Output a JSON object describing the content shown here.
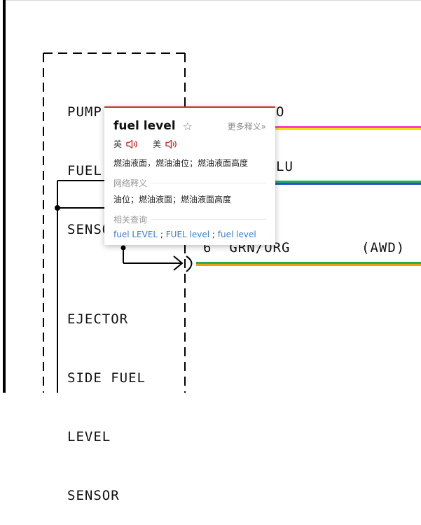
{
  "diagram": {
    "pump_sensor_label": [
      "PUMP SIDE",
      "FUEL LEVEL",
      "SENSOR"
    ],
    "ejector_sensor_label": [
      "EJECTOR",
      "SIDE FUEL",
      "LEVEL",
      "SENSOR"
    ],
    "wire_1_label_partial": "O",
    "wire_2_label_partial": "LU",
    "wire_3_label": "6  GRN/ORG",
    "wire_3_note": "(AWD)",
    "colors": {
      "wire_1": [
        "#ff3fc8",
        "#f4e400"
      ],
      "wire_2": [
        "#22b24c",
        "#2a4fd6"
      ],
      "wire_3": [
        "#22b24c",
        "#f59a12"
      ]
    }
  },
  "popup": {
    "word": "fuel level",
    "star_icon": "star-outline-icon",
    "more_link": "更多释义»",
    "pron_uk": "英",
    "pron_us": "美",
    "speaker_icon": "speaker-icon",
    "definition": "燃油液面，燃油油位；燃油液面高度",
    "web_section_title": "网络释义",
    "web_definition": "油位；燃油液面；燃油液面高度",
    "related_section_title": "相关查询",
    "related": [
      "fuel LEVEL",
      "FUEL level",
      "fuel level"
    ],
    "separator": " ; ",
    "accent_color": "#c23531",
    "link_color": "#3b7bc8"
  }
}
